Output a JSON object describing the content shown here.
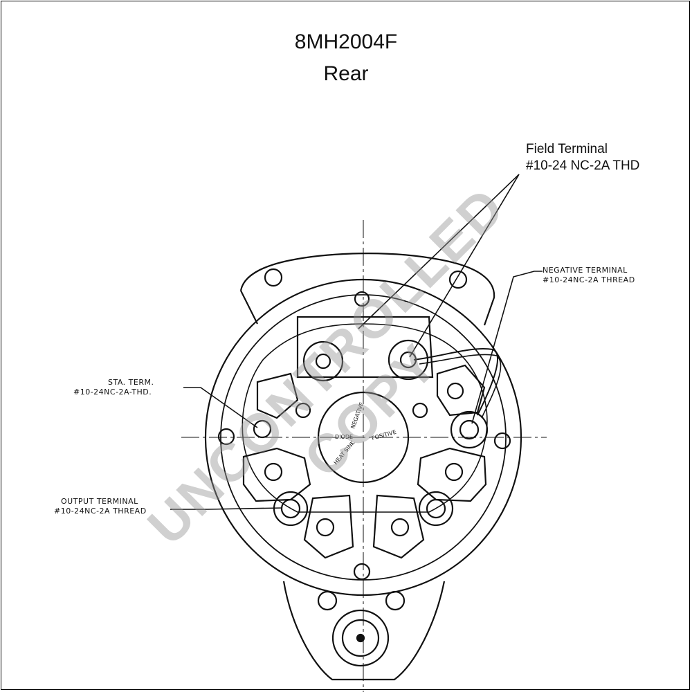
{
  "title": {
    "part_number": "8MH2004F",
    "view": "Rear"
  },
  "labels": {
    "field_terminal": [
      "Field Terminal",
      "#10-24 NC-2A THD"
    ],
    "negative_terminal": [
      "NEGATIVE TERMINAL",
      "#10-24NC-2A THREAD"
    ],
    "sta_terminal": [
      "STA. TERM.",
      "#10-24NC-2A-THD."
    ],
    "output_terminal": [
      "OUTPUT TERMINAL",
      "#10-24NC-2A THREAD"
    ]
  },
  "center_plate_text": [
    "NEGATIVE",
    "POSITIVE",
    "DIODE",
    "HEAT SINK"
  ],
  "watermark": "UNCONTROLLED COPY"
}
